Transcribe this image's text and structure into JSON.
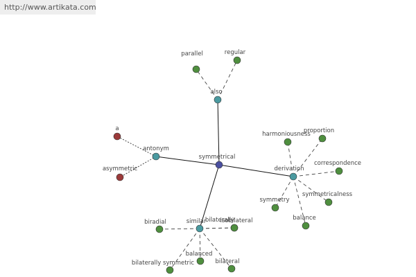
{
  "header": {
    "url_text": "http://www.artikata.com"
  },
  "colors": {
    "center": "#4a4fa0",
    "hub": "#4a9aa0",
    "leaf": "#4f8f3f",
    "antonym_leaf": "#9b3a3a",
    "edge": "#111111",
    "dashed_edge": "#444444"
  },
  "graph": {
    "nodes": [
      {
        "id": "symmetrical",
        "label": "symmetrical",
        "kind": "center"
      },
      {
        "id": "also",
        "label": "also",
        "kind": "hub"
      },
      {
        "id": "antonym",
        "label": "antonym",
        "kind": "hub"
      },
      {
        "id": "derivation",
        "label": "derivation",
        "kind": "hub"
      },
      {
        "id": "similar",
        "label": "similar",
        "kind": "hub"
      },
      {
        "id": "parallel",
        "label": "parallel",
        "kind": "leaf"
      },
      {
        "id": "regular",
        "label": "regular",
        "kind": "leaf"
      },
      {
        "id": "a",
        "label": "a",
        "kind": "antonym_leaf"
      },
      {
        "id": "asymmetric",
        "label": "asymmetric",
        "kind": "antonym_leaf"
      },
      {
        "id": "harmoniousness",
        "label": "harmoniousness",
        "kind": "leaf"
      },
      {
        "id": "proportion",
        "label": "proportion",
        "kind": "leaf"
      },
      {
        "id": "correspondence",
        "label": "correspondence",
        "kind": "leaf"
      },
      {
        "id": "symmetricalness",
        "label": "symmetricalness",
        "kind": "leaf"
      },
      {
        "id": "balance",
        "label": "balance",
        "kind": "leaf"
      },
      {
        "id": "symmetry",
        "label": "symmetry",
        "kind": "leaf"
      },
      {
        "id": "biradial",
        "label": "biradial",
        "kind": "leaf"
      },
      {
        "id": "bilaterally",
        "label": "bilaterally",
        "kind": "leaf"
      },
      {
        "id": "isobilateral",
        "label": "isobilateral",
        "kind": "leaf"
      },
      {
        "id": "balanced",
        "label": "balanced",
        "kind": "leaf"
      },
      {
        "id": "bilaterally-symmetric",
        "label": "bilaterally symmetric",
        "kind": "leaf"
      },
      {
        "id": "bilateral",
        "label": "bilateral",
        "kind": "leaf"
      }
    ],
    "edges": [
      {
        "from": "symmetrical",
        "to": "also",
        "style": "solid"
      },
      {
        "from": "symmetrical",
        "to": "antonym",
        "style": "solid"
      },
      {
        "from": "symmetrical",
        "to": "derivation",
        "style": "solid"
      },
      {
        "from": "symmetrical",
        "to": "similar",
        "style": "solid"
      },
      {
        "from": "also",
        "to": "parallel",
        "style": "dashed"
      },
      {
        "from": "also",
        "to": "regular",
        "style": "dashed"
      },
      {
        "from": "antonym",
        "to": "a",
        "style": "dotted"
      },
      {
        "from": "antonym",
        "to": "asymmetric",
        "style": "dotted"
      },
      {
        "from": "derivation",
        "to": "harmoniousness",
        "style": "dashed"
      },
      {
        "from": "derivation",
        "to": "proportion",
        "style": "dashed"
      },
      {
        "from": "derivation",
        "to": "correspondence",
        "style": "dashed"
      },
      {
        "from": "derivation",
        "to": "symmetricalness",
        "style": "dashed"
      },
      {
        "from": "derivation",
        "to": "balance",
        "style": "dashed"
      },
      {
        "from": "derivation",
        "to": "symmetry",
        "style": "dashed"
      },
      {
        "from": "similar",
        "to": "biradial",
        "style": "dashed"
      },
      {
        "from": "similar",
        "to": "bilaterally",
        "style": "dashed"
      },
      {
        "from": "similar",
        "to": "isobilateral",
        "style": "dashed"
      },
      {
        "from": "similar",
        "to": "balanced",
        "style": "dashed"
      },
      {
        "from": "similar",
        "to": "bilaterally-symmetric",
        "style": "dashed"
      },
      {
        "from": "similar",
        "to": "bilateral",
        "style": "dashed"
      }
    ]
  }
}
